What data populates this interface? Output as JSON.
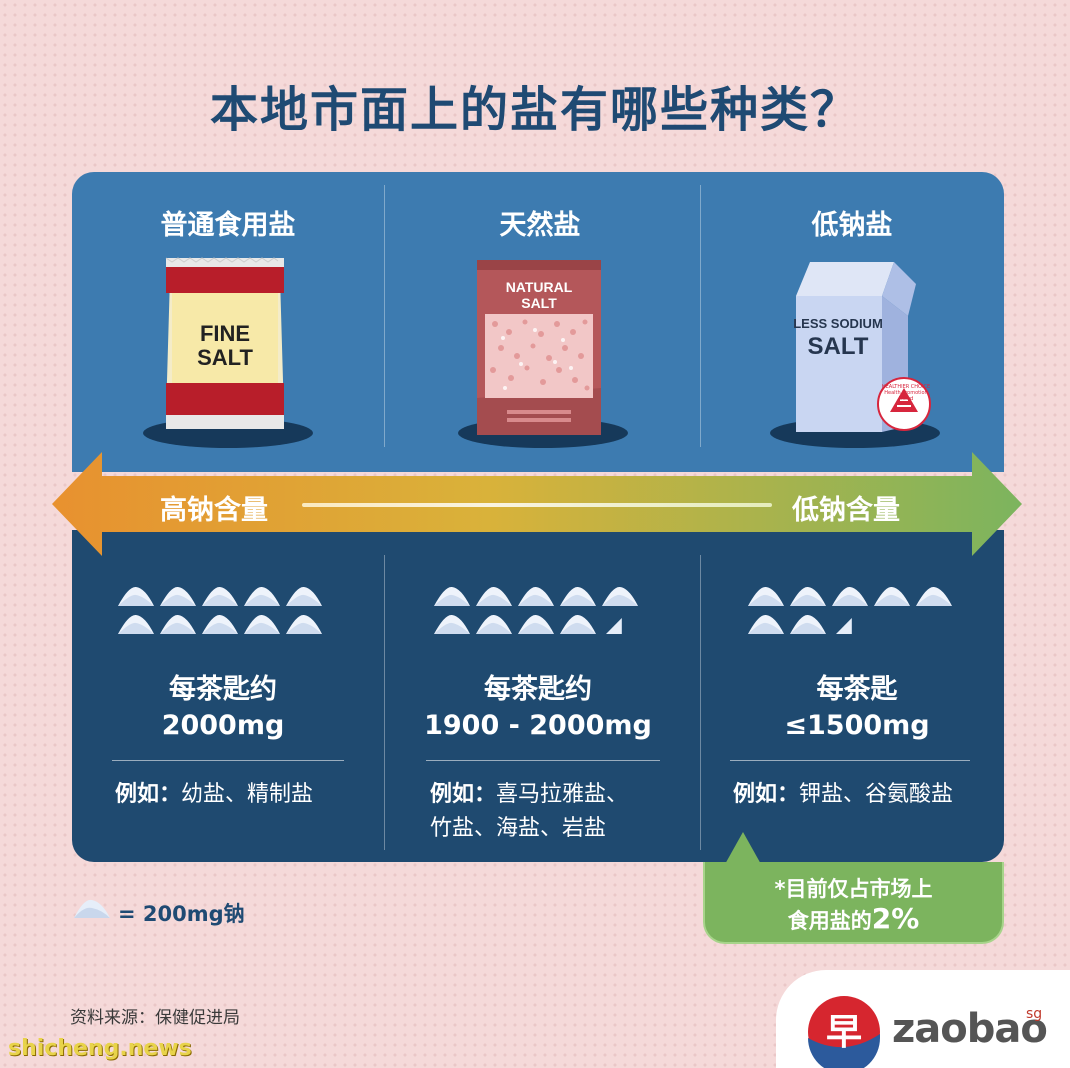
{
  "title": "本地市面上的盐有哪些种类？",
  "columns": [
    {
      "name": "普通食用盐",
      "package_text": [
        "FINE",
        "SALT"
      ],
      "per_teaspoon": [
        "每茶匙约",
        "2000mg"
      ],
      "pile_count": 10,
      "example_label": "例如：",
      "example_lines": [
        "幼盐、精制盐"
      ]
    },
    {
      "name": "天然盐",
      "package_text": [
        "NATURAL",
        "SALT"
      ],
      "per_teaspoon": [
        "每茶匙约",
        "1900 - 2000mg"
      ],
      "pile_count": 9.5,
      "example_label": "例如：",
      "example_lines": [
        "喜马拉雅盐、",
        "竹盐、海盐、岩盐"
      ]
    },
    {
      "name": "低钠盐",
      "package_text": [
        "LESS SODIUM",
        "SALT"
      ],
      "per_teaspoon": [
        "每茶匙",
        "≤1500mg"
      ],
      "pile_count": 7.5,
      "example_label": "例如：",
      "example_lines": [
        "钾盐、谷氨酸盐"
      ],
      "badge_text": [
        "HEALTHIER CHOICE",
        "Health Promotion Board"
      ]
    }
  ],
  "arrow": {
    "left_label": "高钠含量",
    "right_label": "低钠含量",
    "left_color": "#e8912f",
    "right_color": "#7cb45e"
  },
  "note": {
    "line1": "*目前仅占市场上",
    "line2_prefix": "食用盐的",
    "line2_value": "2%"
  },
  "legend": {
    "text": "= 200mg钠"
  },
  "source": "资料来源：保健促进局",
  "logo": {
    "glyph": "早",
    "name": "zaobao",
    "suffix": "sg"
  },
  "watermark": "shicheng.news",
  "colors": {
    "title": "#1f4a73",
    "panel_top": "#3d7bb0",
    "panel_bottom": "#1f4a70",
    "background": "#f5d9d9"
  }
}
